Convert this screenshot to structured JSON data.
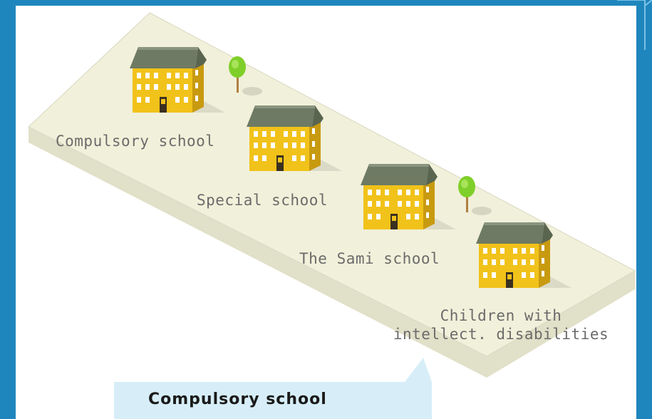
{
  "schools": [
    {
      "label": "Compulsory school"
    },
    {
      "label": "Special school"
    },
    {
      "label": "The Sami school"
    },
    {
      "label_lines": [
        "Children with",
        "intellect. disabilities"
      ]
    }
  ],
  "callout": {
    "title": "Compulsory school"
  },
  "colors": {
    "background": "#1f86bd",
    "panel": "#ffffff",
    "platform": "#f1f0da",
    "roof": "#6e7a63",
    "wall": "#f1c21a",
    "tree": "#7fcf2a",
    "callout": "#d7eef8"
  }
}
